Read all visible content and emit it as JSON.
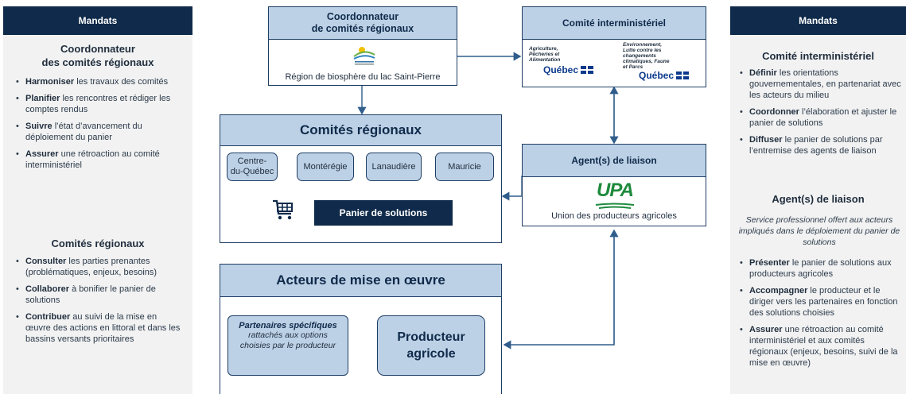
{
  "left": {
    "header": "Mandats",
    "coord": {
      "title": "Coordonnateur\ndes comités régionaux",
      "items": [
        {
          "bold": "Harmoniser",
          "rest": " les travaux des comités"
        },
        {
          "bold": "Planifier",
          "rest": " les rencontres et rédiger les comptes rendus"
        },
        {
          "bold": "Suivre",
          "rest": " l’état d’avancement du déploiement du panier"
        },
        {
          "bold": "Assurer",
          "rest": " une rétroaction au comité interministériel"
        }
      ]
    },
    "comites": {
      "title": "Comités régionaux",
      "items": [
        {
          "bold": "Consulter",
          "rest": " les parties prenantes (problématiques, enjeux, besoins)"
        },
        {
          "bold": "Collaborer",
          "rest": " à bonifier le panier de solutions"
        },
        {
          "bold": "Contribuer",
          "rest": " au suivi de la mise en œuvre des actions en littoral et dans les bassins versants prioritaires"
        }
      ]
    }
  },
  "right": {
    "header": "Mandats",
    "comite": {
      "title": "Comité interministériel",
      "items": [
        {
          "bold": "Définir",
          "rest": " les orientations gouvernementales, en partenariat avec les acteurs du milieu"
        },
        {
          "bold": "Coordonner",
          "rest": " l’élaboration et ajuster le panier de solutions"
        },
        {
          "bold": "Diffuser",
          "rest": " le panier de solutions par l’entremise des agents de liaison"
        }
      ]
    },
    "agent": {
      "title": "Agent(s) de liaison",
      "note": "Service professionnel offert aux acteurs impliqués dans le déploiement du panier de solutions",
      "items": [
        {
          "bold": "Présenter",
          "rest": " le panier de solutions aux producteurs agricoles"
        },
        {
          "bold": "Accompagner",
          "rest": " le producteur et le diriger vers les partenaires en fonction des solutions choisies"
        },
        {
          "bold": "Assurer",
          "rest": " une rétroaction au comité interministériel et aux comités régionaux (enjeux, besoins, suivi de la mise en œuvre)"
        }
      ]
    }
  },
  "center": {
    "coord_box": {
      "title": "Coordonnateur\nde comités régionaux",
      "caption": "Région de biosphère du lac Saint-Pierre",
      "logo_text": "Région de biosphère du LAC SAINT-PIERRE"
    },
    "comite_box": {
      "title": "Comité interministériel",
      "logo1_text": "Agriculture, Pêcheries et Alimentation",
      "logo2_text": "Environnement, Lutte contre les changements climatiques, Faune et Parcs",
      "quebec": "Québec"
    },
    "regionaux": {
      "title": "Comités régionaux",
      "regions": [
        "Centre-\ndu-Québec",
        "Montérégie",
        "Lanaudière",
        "Mauricie"
      ],
      "panier": "Panier de solutions",
      "cart_icon": "shopping-cart-icon"
    },
    "agent_box": {
      "title": "Agent(s) de liaison",
      "logo": "UPA",
      "caption": "Union des producteurs agricoles"
    },
    "acteurs": {
      "title": "Acteurs de mise en œuvre",
      "partenaires_title": "Partenaires spécifiques",
      "partenaires_text": "rattachés aux options choisies par le producteur",
      "producteur": "Producteur\nagricole"
    }
  },
  "colors": {
    "navy": "#0f2a4a",
    "light_blue": "#bdd1e6",
    "border": "#1f3e63",
    "upa_green": "#1e8a3c"
  }
}
